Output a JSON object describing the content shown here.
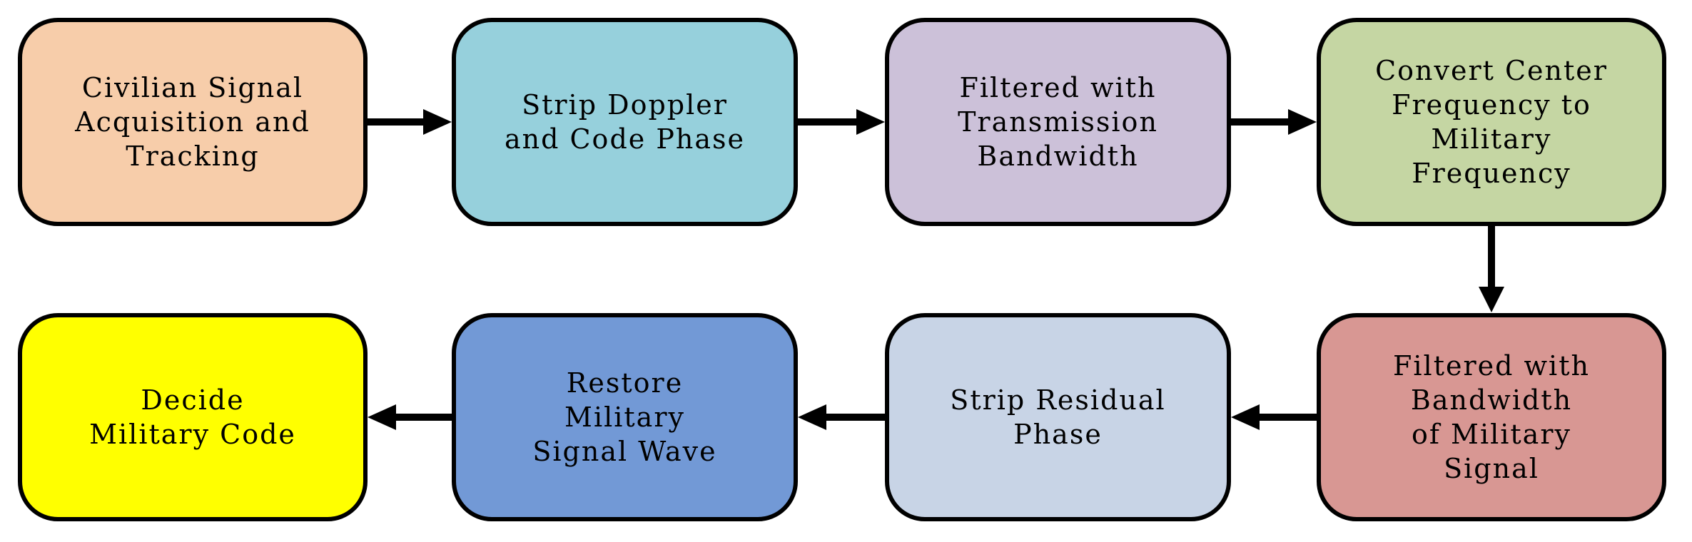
{
  "diagram": {
    "type": "flowchart",
    "colors": {
      "outline": "#000000",
      "text": "#000000",
      "canvas-bg": "#FFFFFF"
    },
    "nodes": [
      {
        "id": "civilian-signal-acquisition-tracking",
        "label": "Civilian Signal\nAcquisition and\nTracking",
        "fill": "#F7CDAA"
      },
      {
        "id": "strip-doppler-code-phase",
        "label": "Strip Doppler\nand Code Phase",
        "fill": "#96D0DC"
      },
      {
        "id": "filtered-transmission-bandwidth",
        "label": "Filtered with\nTransmission\nBandwidth",
        "fill": "#CCC1D9"
      },
      {
        "id": "convert-center-frequency",
        "label": "Convert Center\nFrequency to\nMilitary\nFrequency",
        "fill": "#C5D6A3"
      },
      {
        "id": "filtered-military-bandwidth",
        "label": "Filtered with\nBandwidth\nof Military\nSignal",
        "fill": "#D89793"
      },
      {
        "id": "strip-residual-phase",
        "label": "Strip Residual\nPhase",
        "fill": "#C8D4E6"
      },
      {
        "id": "restore-military-signal-wave",
        "label": "Restore\nMilitary\nSignal Wave",
        "fill": "#7299D6"
      },
      {
        "id": "decide-military-code",
        "label": "Decide\nMilitary Code",
        "fill": "#FFFF00"
      }
    ],
    "edges": [
      {
        "from": "civilian-signal-acquisition-tracking",
        "to": "strip-doppler-code-phase",
        "direction": "right"
      },
      {
        "from": "strip-doppler-code-phase",
        "to": "filtered-transmission-bandwidth",
        "direction": "right"
      },
      {
        "from": "filtered-transmission-bandwidth",
        "to": "convert-center-frequency",
        "direction": "right"
      },
      {
        "from": "convert-center-frequency",
        "to": "filtered-military-bandwidth",
        "direction": "down"
      },
      {
        "from": "filtered-military-bandwidth",
        "to": "strip-residual-phase",
        "direction": "left"
      },
      {
        "from": "strip-residual-phase",
        "to": "restore-military-signal-wave",
        "direction": "left"
      },
      {
        "from": "restore-military-signal-wave",
        "to": "decide-military-code",
        "direction": "left"
      }
    ]
  }
}
